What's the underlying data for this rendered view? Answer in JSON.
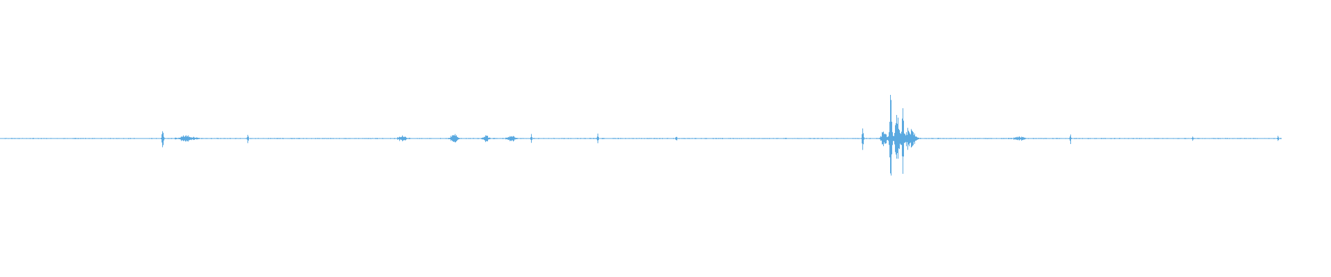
{
  "waveform": {
    "color": "#5aa9e0",
    "background": "#ffffff",
    "bursts": [
      {
        "t": 0.122,
        "amp": 0.1,
        "spread": 0.0008
      },
      {
        "t": 0.14,
        "amp": 0.03,
        "spread": 0.006
      },
      {
        "t": 0.186,
        "amp": 0.08,
        "spread": 0.0005
      },
      {
        "t": 0.302,
        "amp": 0.03,
        "spread": 0.003
      },
      {
        "t": 0.341,
        "amp": 0.06,
        "spread": 0.0025
      },
      {
        "t": 0.365,
        "amp": 0.04,
        "spread": 0.002
      },
      {
        "t": 0.384,
        "amp": 0.03,
        "spread": 0.003
      },
      {
        "t": 0.399,
        "amp": 0.06,
        "spread": 0.0005
      },
      {
        "t": 0.449,
        "amp": 0.07,
        "spread": 0.0005
      },
      {
        "t": 0.508,
        "amp": 0.02,
        "spread": 0.0008
      },
      {
        "t": 0.648,
        "amp": 0.13,
        "spread": 0.0006
      },
      {
        "t": 0.664,
        "amp": 0.1,
        "spread": 0.002
      },
      {
        "t": 0.669,
        "amp": 0.45,
        "spread": 0.001
      },
      {
        "t": 0.674,
        "amp": 0.3,
        "spread": 0.002
      },
      {
        "t": 0.678,
        "amp": 0.62,
        "spread": 0.0006
      },
      {
        "t": 0.683,
        "amp": 0.12,
        "spread": 0.004
      },
      {
        "t": 0.766,
        "amp": 0.02,
        "spread": 0.004
      },
      {
        "t": 0.804,
        "amp": 0.06,
        "spread": 0.0005
      },
      {
        "t": 0.896,
        "amp": 0.03,
        "spread": 0.0005
      },
      {
        "t": 0.96,
        "amp": 0.03,
        "spread": 0.0005
      }
    ],
    "noise_floor": 0.006,
    "end_fraction": 0.963
  }
}
